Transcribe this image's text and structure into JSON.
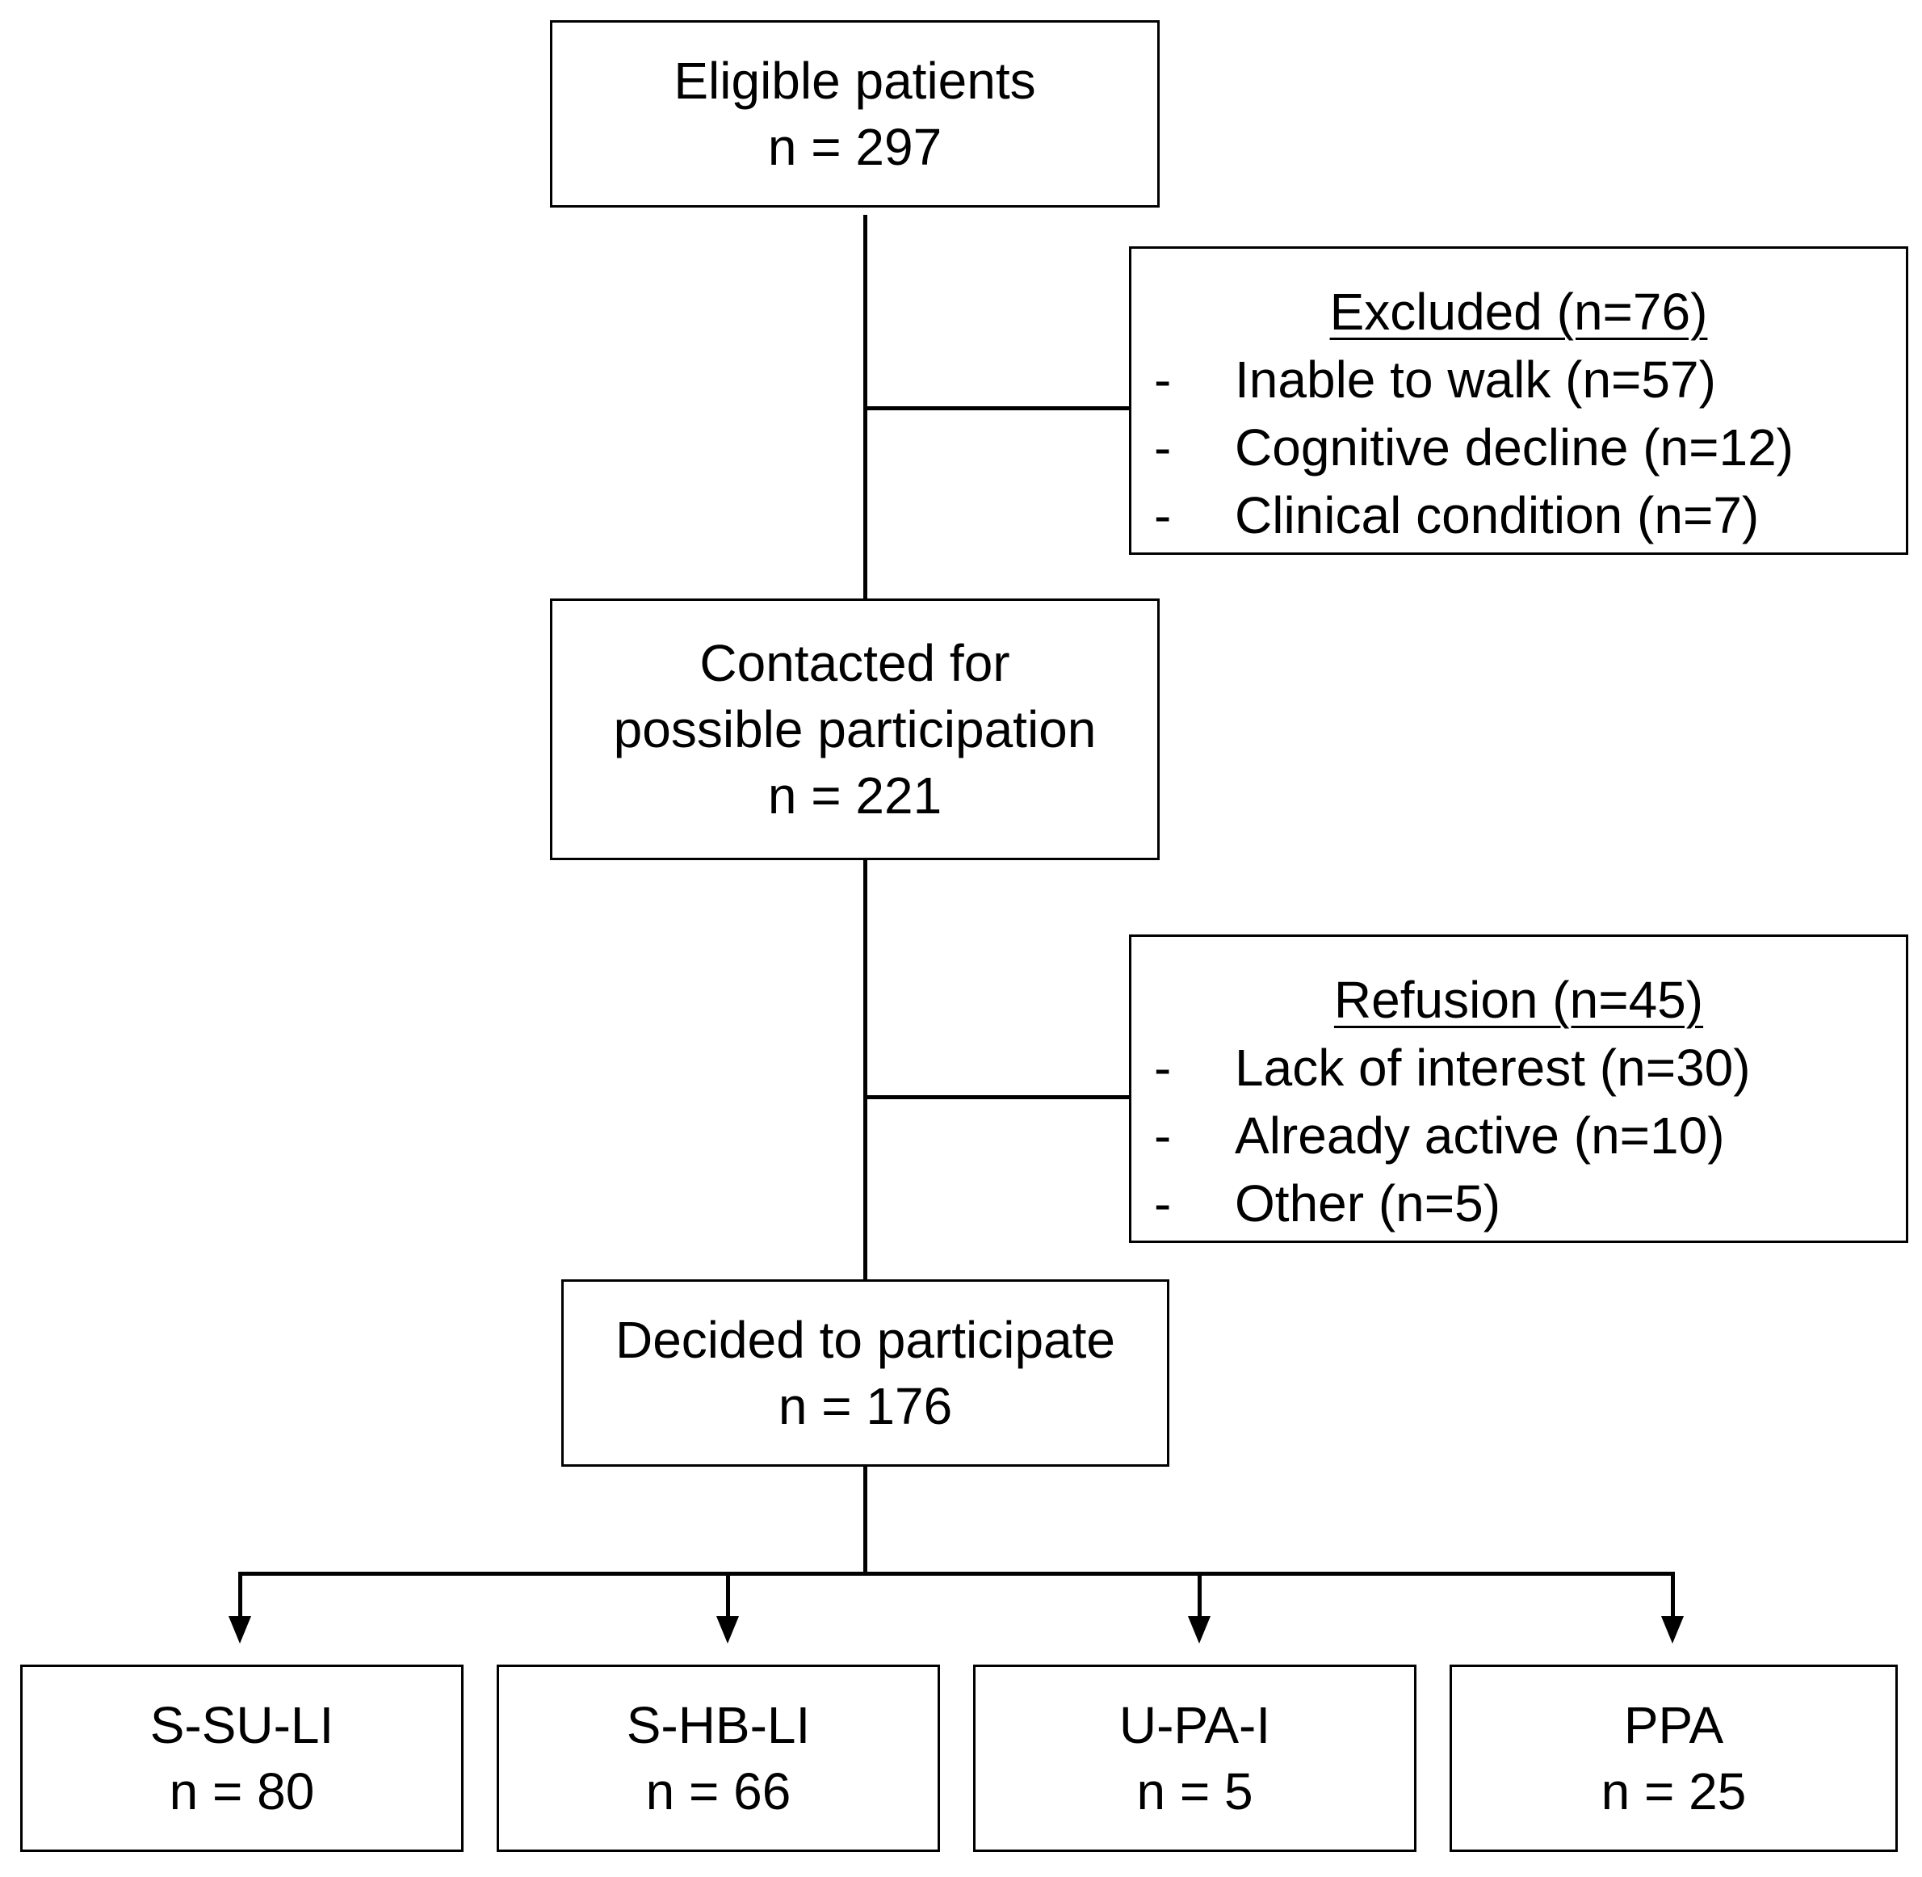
{
  "main_boxes": {
    "eligible": {
      "lines": [
        "Eligible patients",
        "n = 297"
      ]
    },
    "contacted": {
      "lines": [
        "Contacted for",
        "possible participation",
        "n = 221"
      ]
    },
    "decided": {
      "lines": [
        "Decided to participate",
        "n = 176"
      ]
    }
  },
  "side_boxes": {
    "excluded": {
      "heading": "Excluded (n=76)",
      "items": [
        {
          "bullet": "-",
          "text": "Inable to walk (n=57)"
        },
        {
          "bullet": "-",
          "text": "Cognitive decline (n=12)"
        },
        {
          "bullet": "-",
          "text": "Clinical condition (n=7)"
        }
      ]
    },
    "refusion": {
      "heading": "Refusion (n=45)",
      "items": [
        {
          "bullet": "-",
          "text": "Lack of interest (n=30)"
        },
        {
          "bullet": "-",
          "text": "Already active (n=10)"
        },
        {
          "bullet": "-",
          "text": "Other (n=5)"
        }
      ]
    }
  },
  "groups": [
    {
      "name": "S-SU-LI",
      "n": "n = 80"
    },
    {
      "name": "S-HB-LI",
      "n": "n = 66"
    },
    {
      "name": "U-PA-I",
      "n": "n = 5"
    },
    {
      "name": "PPA",
      "n": "n = 25"
    }
  ]
}
